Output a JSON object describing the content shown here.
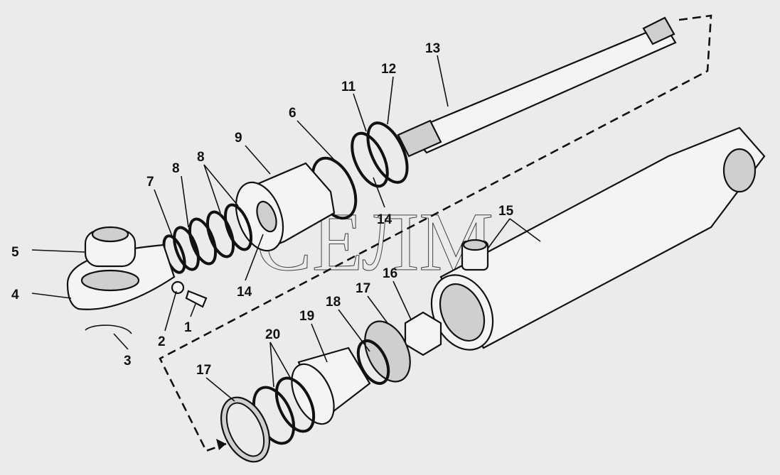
{
  "diagram": {
    "watermark": "СЕЛМ",
    "labels": [
      "13",
      "12",
      "11",
      "6",
      "9",
      "8",
      "8",
      "7",
      "5",
      "4",
      "14",
      "14",
      "15",
      "16",
      "17",
      "18",
      "19",
      "20",
      "17",
      "3",
      "2",
      "1"
    ]
  }
}
